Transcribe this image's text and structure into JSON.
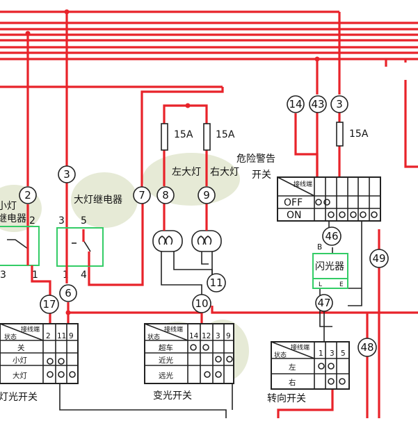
{
  "components": {
    "fuse_rating": "15A",
    "headlight_relay": "大灯继电器",
    "small_light_relay": [
      "小灯",
      "继电器"
    ],
    "left_headlight": "左大灯",
    "right_headlight": "右大灯",
    "hazard_switch": [
      "危险警告",
      "开关"
    ],
    "flasher": "闪光器"
  },
  "node_numbers": [
    "2",
    "3",
    "7",
    "8",
    "9",
    "14",
    "43",
    "3",
    "46",
    "49",
    "11",
    "10",
    "17",
    "6",
    "47",
    "48"
  ],
  "relay_pins": {
    "small": [
      "2",
      "3",
      "1"
    ],
    "main": [
      "3",
      "5",
      "1",
      "4"
    ]
  },
  "flasher_pins": [
    "B",
    "L",
    "E"
  ],
  "hazard_table": {
    "header": "接线端",
    "rows": [
      "OFF",
      "ON"
    ]
  },
  "light_switch": {
    "label": "灯光开关",
    "corner": [
      "接线端",
      "状态"
    ],
    "terminals": [
      "2",
      "11",
      "9"
    ],
    "rows": [
      "关",
      "小灯",
      "大灯"
    ]
  },
  "dimmer_switch": {
    "label": "变光开关",
    "corner": [
      "接线端",
      "状态"
    ],
    "terminals": [
      "14",
      "12",
      "3",
      "9"
    ],
    "rows": [
      "超车",
      "近光",
      "远光"
    ]
  },
  "turn_switch": {
    "label": "转向开关",
    "corner": [
      "接线端",
      "状态"
    ],
    "terminals": [
      "1",
      "3",
      "5"
    ],
    "rows": [
      "左",
      "右"
    ]
  },
  "colors": {
    "wire_red": "#e8232a",
    "wire_black": "#222222",
    "flasher_green": "#33cc66",
    "shade": "#e6ead6"
  }
}
